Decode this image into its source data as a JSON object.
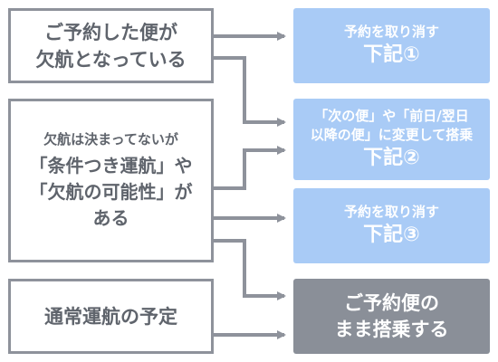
{
  "conditions": [
    {
      "lines": [
        "ご予約した便が",
        "欠航となっている"
      ]
    },
    {
      "intro": "欠航は決まってないが",
      "lines": [
        "「条件つき運航」や",
        "「欠航の可能性」が",
        "ある"
      ]
    },
    {
      "lines": [
        "通常運航の予定"
      ]
    }
  ],
  "actions": [
    {
      "sub": [
        "予約を取り消す"
      ],
      "ref": "下記①"
    },
    {
      "sub": [
        "「次の便」や「前日/翌日",
        "以降の便」に変更して搭乗"
      ],
      "ref": "下記②"
    },
    {
      "sub": [
        "予約を取り消す"
      ],
      "ref": "下記③"
    },
    {
      "lines": [
        "ご予約便の",
        "まま搭乗する"
      ]
    }
  ],
  "colors": {
    "border": "#8e929b",
    "condition_text": "#5f646c",
    "action_fill": "#a9cbf6",
    "final_fill": "#8a8f98",
    "connector": "#8e929b"
  }
}
